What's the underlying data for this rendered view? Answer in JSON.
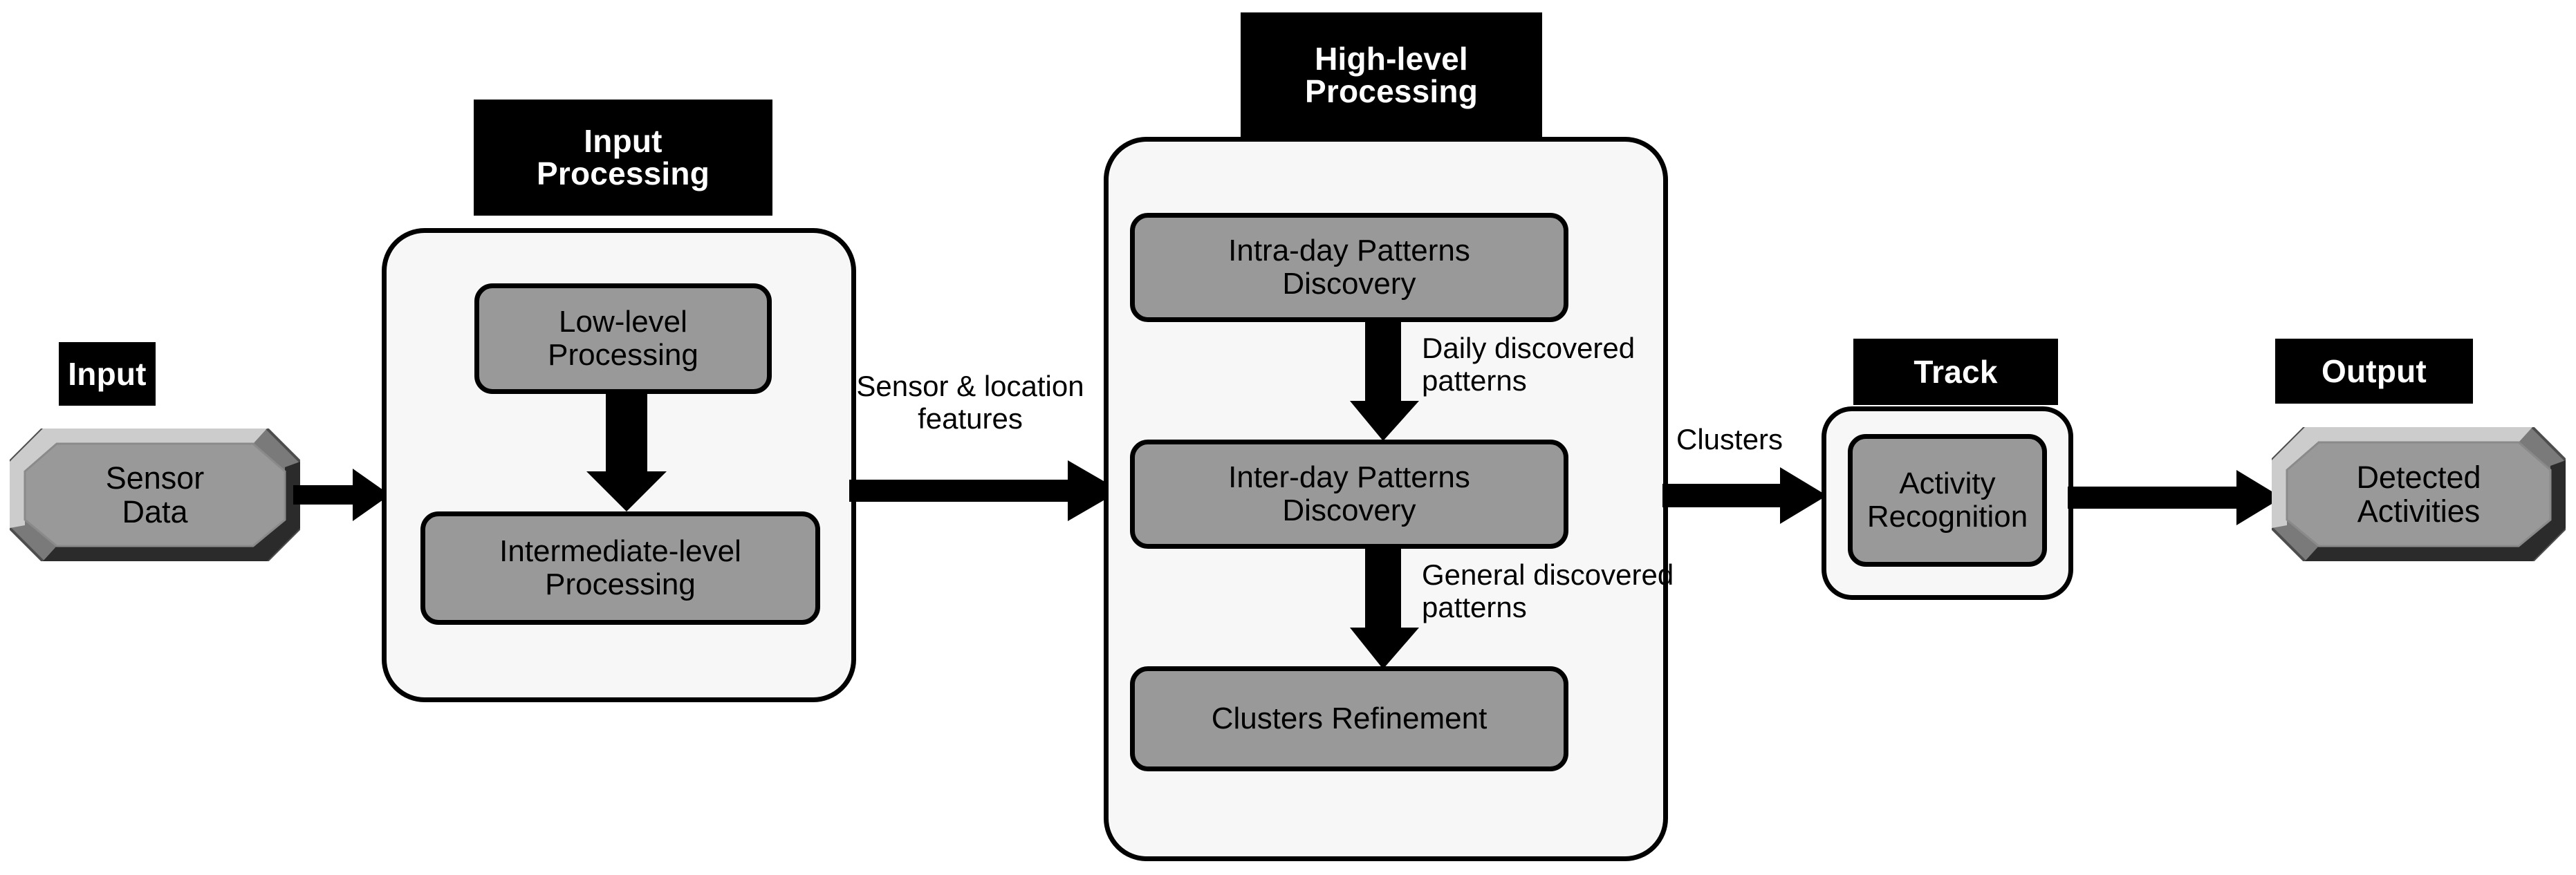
{
  "diagram": {
    "title": "Activity recognition processing pipeline",
    "colors": {
      "process_fill": "#999999",
      "container_fill": "#f7f7f7",
      "label_plate_fill": "#000000",
      "label_plate_text": "#ffffff",
      "stroke": "#000000",
      "page_background": "#ffffff",
      "octagon_face": "#999999",
      "octagon_highlight": "#cccccc",
      "octagon_shadow": "#666666",
      "octagon_dark": "#262626"
    },
    "sections": [
      {
        "id": "input",
        "label": "Input"
      },
      {
        "id": "input-processing",
        "label": "Input\nProcessing"
      },
      {
        "id": "high-level",
        "label": "High-level\nProcessing"
      },
      {
        "id": "track",
        "label": "Track"
      },
      {
        "id": "output",
        "label": "Output"
      }
    ],
    "nodes": {
      "sensor_data": "Sensor\nData",
      "low_level": "Low-level\nProcessing",
      "intermediate_level": "Intermediate-level\nProcessing",
      "intra_day": "Intra-day Patterns\nDiscovery",
      "inter_day": "Inter-day Patterns\nDiscovery",
      "clusters_refine": "Clusters Refinement",
      "activity_recog": "Activity\nRecognition",
      "detected": "Detected\nActivities"
    },
    "edge_labels": {
      "sensor_location": "Sensor & location\nfeatures",
      "daily_patterns": "Daily discovered\npatterns",
      "general_patterns": "General discovered\npatterns",
      "clusters": "Clusters"
    }
  }
}
